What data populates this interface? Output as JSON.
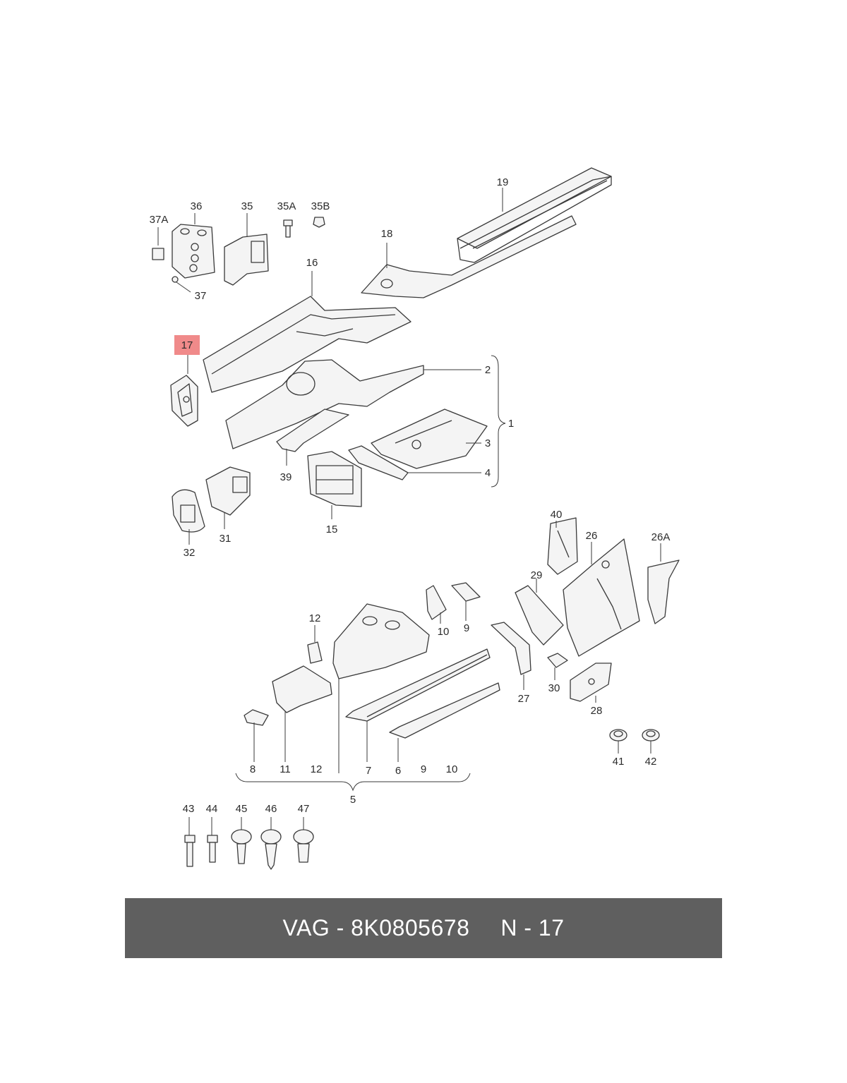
{
  "diagram": {
    "highlighted_callout": "17",
    "colors": {
      "highlight": "#f08a8a",
      "banner": "#5f5f5f",
      "line": "#3a3a3a"
    },
    "callouts": [
      {
        "id": "c19",
        "text": "19"
      },
      {
        "id": "c36",
        "text": "36"
      },
      {
        "id": "c35",
        "text": "35"
      },
      {
        "id": "c35A",
        "text": "35A"
      },
      {
        "id": "c35B",
        "text": "35B"
      },
      {
        "id": "c37A",
        "text": "37A"
      },
      {
        "id": "c18",
        "text": "18"
      },
      {
        "id": "c16",
        "text": "16"
      },
      {
        "id": "c37",
        "text": "37"
      },
      {
        "id": "c17",
        "text": "17"
      },
      {
        "id": "c2",
        "text": "2"
      },
      {
        "id": "c1",
        "text": "1"
      },
      {
        "id": "c3",
        "text": "3"
      },
      {
        "id": "c4",
        "text": "4"
      },
      {
        "id": "c39",
        "text": "39"
      },
      {
        "id": "c15",
        "text": "15"
      },
      {
        "id": "c31",
        "text": "31"
      },
      {
        "id": "c32",
        "text": "32"
      },
      {
        "id": "c40",
        "text": "40"
      },
      {
        "id": "c26",
        "text": "26"
      },
      {
        "id": "c26A",
        "text": "26A"
      },
      {
        "id": "c29",
        "text": "29"
      },
      {
        "id": "c10a",
        "text": "10"
      },
      {
        "id": "c9a",
        "text": "9"
      },
      {
        "id": "c12a",
        "text": "12"
      },
      {
        "id": "c27",
        "text": "27"
      },
      {
        "id": "c30",
        "text": "30"
      },
      {
        "id": "c28",
        "text": "28"
      },
      {
        "id": "c41",
        "text": "41"
      },
      {
        "id": "c42",
        "text": "42"
      },
      {
        "id": "c8",
        "text": "8"
      },
      {
        "id": "c11",
        "text": "11"
      },
      {
        "id": "c12b",
        "text": "12"
      },
      {
        "id": "c7",
        "text": "7"
      },
      {
        "id": "c6",
        "text": "6"
      },
      {
        "id": "c9b",
        "text": "9"
      },
      {
        "id": "c10b",
        "text": "10"
      },
      {
        "id": "c5",
        "text": "5"
      },
      {
        "id": "c43",
        "text": "43"
      },
      {
        "id": "c44",
        "text": "44"
      },
      {
        "id": "c45",
        "text": "45"
      },
      {
        "id": "c46",
        "text": "46"
      },
      {
        "id": "c47",
        "text": "47"
      }
    ]
  },
  "banner": {
    "part_number": "VAG - 8K0805678",
    "position": "N - 17"
  }
}
